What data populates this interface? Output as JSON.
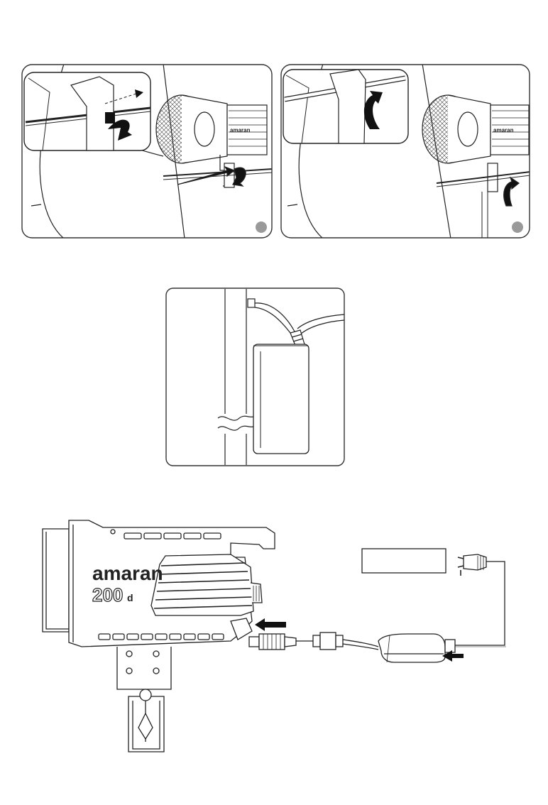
{
  "brand": {
    "name": "amaran",
    "model_number": "200",
    "model_suffix": "d"
  },
  "step_markers": [
    {
      "id": "step-1",
      "label": ""
    },
    {
      "id": "step-2",
      "label": ""
    }
  ],
  "icons": [
    "rotate-down-arrow-icon",
    "rotate-up-arrow-icon",
    "insert-arrow-icon",
    "cable-plug-icon",
    "wall-plug-icon",
    "power-adapter-icon"
  ],
  "colors": {
    "line": "#222222",
    "panel_border": "#333333",
    "marker_fill": "#9a9a9a",
    "arrow_fill": "#111111",
    "light_gray": "#e6e6e6"
  },
  "callout_box": {
    "label": ""
  }
}
